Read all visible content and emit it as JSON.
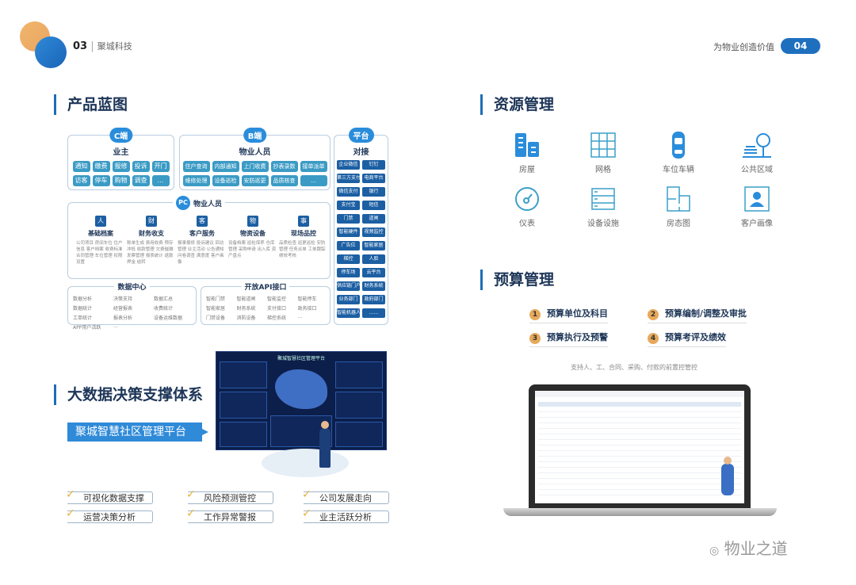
{
  "header": {
    "page_left": "03",
    "company": "聚城科技",
    "slogan": "为物业创造价值",
    "page_right": "04"
  },
  "blueprint": {
    "title": "产品蓝图",
    "c_end": {
      "badge": "C端",
      "title": "业主",
      "items": [
        "通知",
        "缴费",
        "报修",
        "投诉",
        "开门",
        "访客",
        "停车",
        "购物",
        "调查",
        "…"
      ]
    },
    "b_end": {
      "badge": "B端",
      "title": "物业人员",
      "items": [
        "住户查询",
        "内部通知",
        "上门收费",
        "抄表录数",
        "接单派单",
        "维修处理",
        "设备巡检",
        "安防巡更",
        "品质核查",
        "…"
      ]
    },
    "platform": {
      "badge": "平台",
      "title": "对接",
      "items": [
        "企业微信",
        "钉钉",
        "第三方支付",
        "电商平台",
        "微信支付",
        "银行",
        "支付宝",
        "短信",
        "门禁",
        "道闸",
        "智能硬件",
        "视频监控",
        "广告位",
        "智能家居",
        "梯控",
        "人脸",
        "停车场",
        "云平台",
        "供应链门户",
        "财务系统",
        "业务部门",
        "政府部门",
        "智能机器人",
        "……"
      ]
    },
    "pc": {
      "badge": "PC",
      "title": "物业人员",
      "cols": [
        {
          "icon": "人",
          "title": "基础档案",
          "desc": "公司项目 房间车位 住户信息 客户档案 收费标准 合同管理 车位管理 权限设置"
        },
        {
          "icon": "财",
          "title": "财务收支",
          "desc": "账单生成 费用收费 预存冲抵 收款管理 欠费催缴 发票管理 报表统计 退款 押金 结转"
        },
        {
          "icon": "客",
          "title": "客户服务",
          "desc": "报事报修 投诉建议 回访管理 业主活动 公告通知 问卷调查 满意度 客户画像"
        },
        {
          "icon": "物",
          "title": "物资设备",
          "desc": "设备档案 巡检保养 仓库管理 采购申请 出入库 资产盘点"
        },
        {
          "icon": "事",
          "title": "现场品控",
          "desc": "品质检查 巡更巡检 安防管理 任务派单 工单跟踪 绩效考核"
        }
      ]
    },
    "data_center": {
      "title": "数据中心",
      "items": [
        "数据分析",
        "决策支持",
        "数据汇总",
        "数据统计",
        "经营报表",
        "收费统计",
        "工单统计",
        "报表分析",
        "设备运维数据",
        "APP用户活跃",
        "…"
      ]
    },
    "open_api": {
      "title": "开放API接口",
      "items": [
        "智能门禁",
        "智能道闸",
        "智能监控",
        "智能停车",
        "智能家居",
        "财务系统",
        "支付接口",
        "政务接口",
        "门禁设备",
        "消防设备",
        "梯控系统",
        "…"
      ]
    }
  },
  "bigdata": {
    "title": "大数据决策支撑体系",
    "platform_button": "聚城智慧社区管理平台",
    "dashboard_title": "聚城智慧社区管理平台",
    "features": [
      "可视化数据支撑",
      "风险预测管控",
      "公司发展走向",
      "运营决策分析",
      "工作异常警报",
      "业主活跃分析"
    ]
  },
  "resources": {
    "title": "资源管理",
    "items": [
      {
        "label": "房屋",
        "icon": "building-icon"
      },
      {
        "label": "网格",
        "icon": "grid-icon"
      },
      {
        "label": "车位车辆",
        "icon": "car-icon"
      },
      {
        "label": "公共区域",
        "icon": "park-icon"
      },
      {
        "label": "仪表",
        "icon": "gauge-icon"
      },
      {
        "label": "设备设施",
        "icon": "server-icon"
      },
      {
        "label": "房态图",
        "icon": "floorplan-icon"
      },
      {
        "label": "客户画像",
        "icon": "user-portrait-icon"
      }
    ]
  },
  "budget": {
    "title": "预算管理",
    "items": [
      {
        "num": "1",
        "label": "预算单位及科目"
      },
      {
        "num": "2",
        "label": "预算编制/调整及审批"
      },
      {
        "num": "3",
        "label": "预算执行及预警"
      },
      {
        "num": "4",
        "label": "预算考评及绩效"
      }
    ],
    "note": "支持人、工、合同、采购、付款的前置控管控"
  },
  "watermark": "物业之道",
  "colors": {
    "primary": "#1f6fbf",
    "accent": "#e7a95a",
    "chip": "#3b9bc5",
    "navy": "#1d3557"
  }
}
